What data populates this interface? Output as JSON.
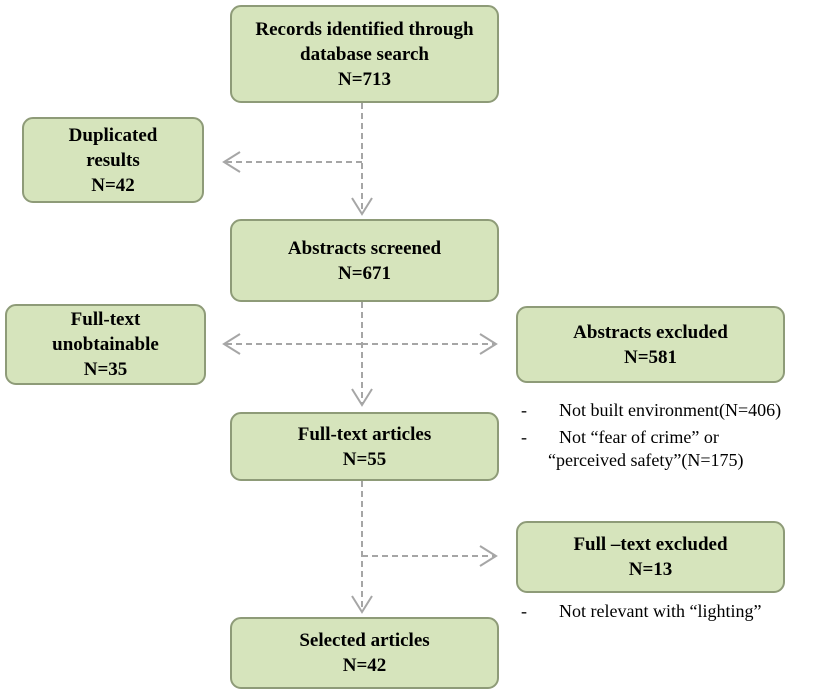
{
  "boxes": {
    "identified": {
      "lines": [
        "Records identified through",
        "database search",
        "N=713"
      ]
    },
    "duplicated": {
      "lines": [
        "Duplicated",
        "results",
        "N=42"
      ]
    },
    "screened": {
      "lines": [
        "Abstracts screened",
        "N=671"
      ]
    },
    "unobtainable": {
      "lines": [
        "Full-text",
        "unobtainable",
        "N=35"
      ]
    },
    "abstracts_excluded": {
      "lines": [
        "Abstracts excluded",
        "N=581"
      ]
    },
    "fulltext_articles": {
      "lines": [
        "Full-text articles",
        "N=55"
      ]
    },
    "fulltext_excluded": {
      "lines": [
        "Full –text excluded",
        "N=13"
      ]
    },
    "selected": {
      "lines": [
        "Selected articles",
        "N=42"
      ]
    }
  },
  "notes": {
    "abstracts_excluded": [
      {
        "bullet": "-",
        "lines": [
          "Not built  environment(N=406)"
        ]
      },
      {
        "bullet": "-",
        "lines": [
          "Not “fear of crime”  or",
          "“perceived safety”(N=175)"
        ]
      }
    ],
    "fulltext_excluded": [
      {
        "bullet": "-",
        "lines": [
          "Not relevant with “lighting”"
        ]
      }
    ]
  },
  "colors": {
    "box_fill": "#d6e4bc",
    "box_border": "#8e9b78",
    "arrow": "#a6a6a6"
  }
}
